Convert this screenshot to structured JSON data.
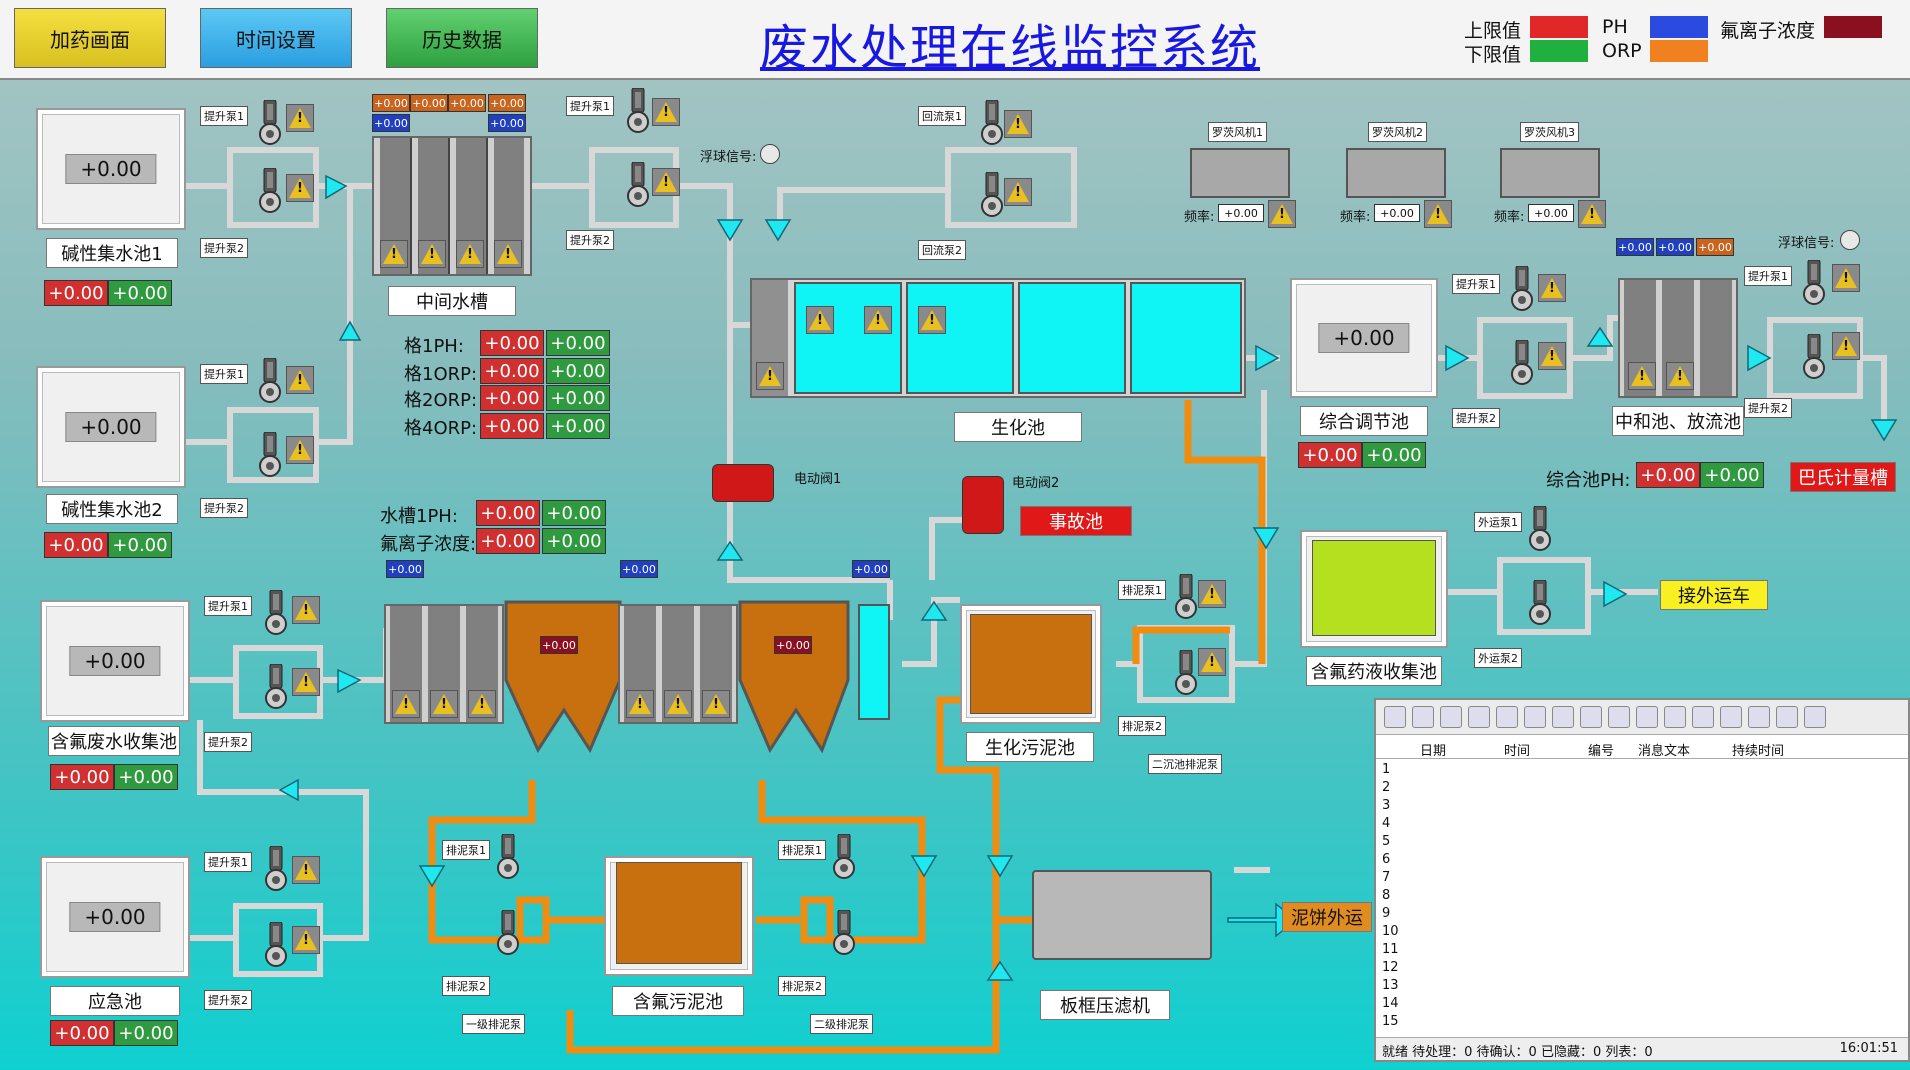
{
  "header": {
    "btn_dosing": "加药画面",
    "btn_time": "时间设置",
    "btn_history": "历史数据",
    "title": "废水处理在线监控系统",
    "legend": {
      "upper": "上限值",
      "lower": "下限值",
      "ph": "PH",
      "orp": "ORP",
      "fluoride": "氟离子浓度",
      "colors": {
        "upper": "#e02828",
        "lower": "#20b040",
        "ph": "#2a4ae0",
        "orp": "#f08020",
        "fluoride": "#8a1020"
      }
    }
  },
  "val": "+0.00",
  "tanks": {
    "alk1": "碱性集水池1",
    "alk2": "碱性集水池2",
    "fluoride_waste": "含氟废水收集池",
    "emergency": "应急池",
    "middle": "中间水槽",
    "bio": "生化池",
    "regulating": "综合调节池",
    "neutral": "中和池、放流池",
    "accident": "事故池",
    "fluoride_liquid": "含氟药液收集池",
    "bio_sludge": "生化污泥池",
    "fluoride_sludge": "含氟污泥池",
    "filter_press": "板框压滤机"
  },
  "labels": {
    "lift1": "提升泵1",
    "lift2": "提升泵2",
    "reflux1": "回流泵1",
    "reflux2": "回流泵2",
    "sludge1": "排泥泵1",
    "sludge2": "排泥泵2",
    "out1": "外运泵1",
    "out2": "外运泵2",
    "valve1": "电动阀1",
    "valve2": "电动阀2",
    "fan1": "罗茨风机1",
    "fan2": "罗茨风机2",
    "fan3": "罗茨风机3",
    "freq": "频率:",
    "float": "浮球信号:",
    "sec_sludge": "二沉池排泥泵",
    "lvl1_sludge": "一级排泥泵",
    "lvl2_sludge": "二级排泥泵",
    "parshall": "巴氏计量槽",
    "truck": "接外运车",
    "cake": "泥饼外运"
  },
  "readings": {
    "g1ph": "格1PH:",
    "g1orp": "格1ORP:",
    "g2orp": "格2ORP:",
    "g4orp": "格4ORP:",
    "s1ph": "水槽1PH:",
    "fconc": "氟离子浓度:",
    "zph": "综合池PH:"
  },
  "alarm_panel": {
    "cols": [
      "日期",
      "时间",
      "编号",
      "消息文本",
      "持续时间"
    ],
    "rows": [
      "1",
      "2",
      "3",
      "4",
      "5",
      "6",
      "7",
      "8",
      "9",
      "10",
      "11",
      "12",
      "13",
      "14",
      "15"
    ],
    "status": "就绪 待处理：0  待确认：0  已隐藏：0  列表：0",
    "time": "16:01:51"
  }
}
